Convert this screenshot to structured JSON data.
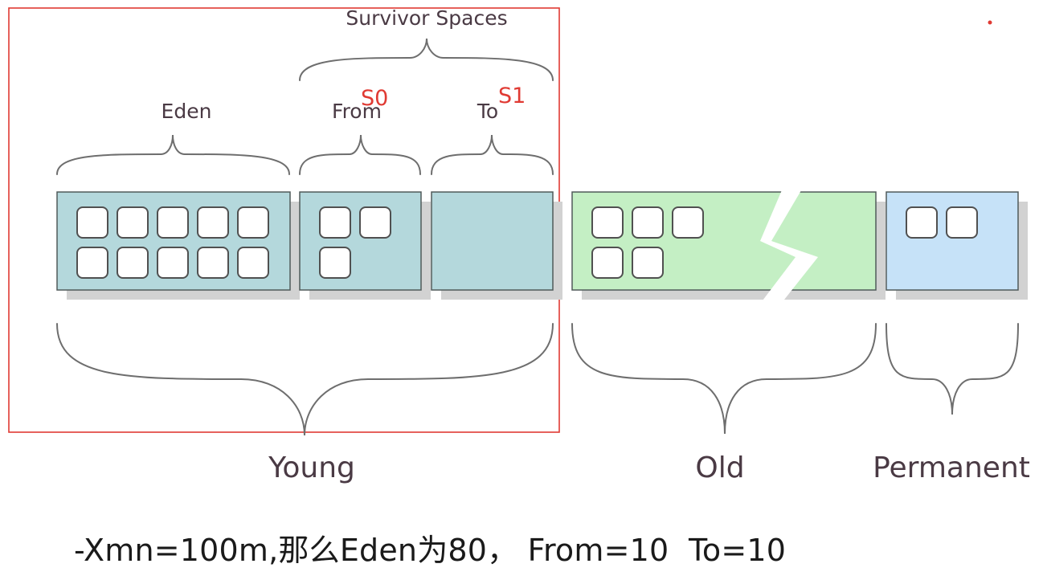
{
  "labels": {
    "survivor_spaces": "Survivor Spaces",
    "eden": "Eden",
    "from": "From",
    "to": "To",
    "s0": "S0",
    "s1": "S1",
    "young": "Young",
    "old": "Old",
    "permanent": "Permanent"
  },
  "regions": {
    "eden": {
      "objects": 10
    },
    "from": {
      "objects": 3
    },
    "to": {
      "objects": 0
    },
    "old": {
      "objects": 5
    },
    "permanent": {
      "objects": 2
    }
  },
  "colors": {
    "young_fill": "#b4d8dc",
    "old_fill": "#c4efc4",
    "permanent_fill": "#c6e2f8",
    "highlight_box": "#e03a33",
    "label_text": "#4a3a44",
    "annotation_red": "#e03a33"
  },
  "caption": "-Xmn=100m,那么Eden为80， From=10  To=10"
}
